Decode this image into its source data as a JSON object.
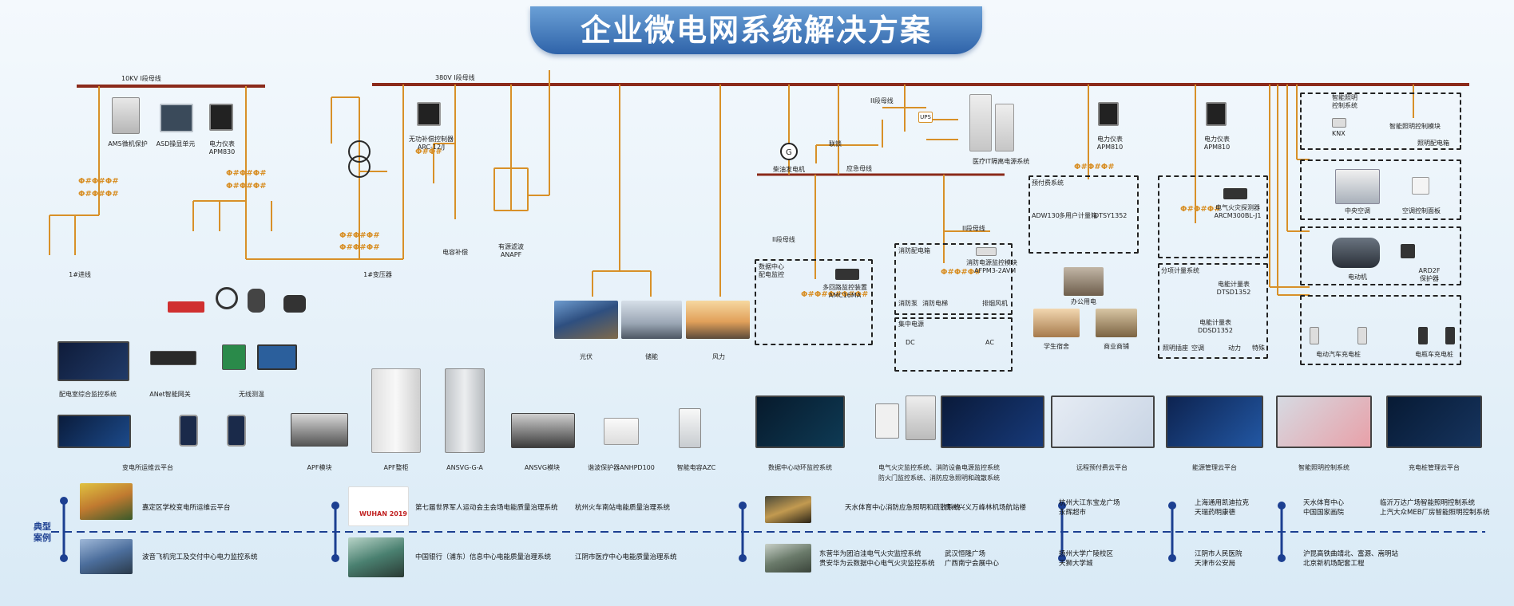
{
  "title": "企业微电网系统解决方案",
  "bus": {
    "hv": "10KV Ⅰ段母线",
    "lv": "380V Ⅰ段母线",
    "ii1": "II段母线",
    "ii2": "II段母线",
    "ii3": "II段母线",
    "ii4": "II段母线",
    "emergency": "应急母线",
    "tie": "联锁"
  },
  "devices": {
    "ams": "AM5微机保护",
    "asd": "ASD操显单元",
    "meter_apm830": [
      "电力仪表",
      "APM830"
    ],
    "incoming": "1#进线",
    "transformer": "1#变压器",
    "reactive": [
      "无功补偿控制器",
      "ARC-12/J"
    ],
    "capacitor": "电容补偿",
    "apf": [
      "有源滤波",
      "ANAPF"
    ],
    "pv": "光伏",
    "storage": "储能",
    "wind": "风力",
    "diesel": "柴油发电机",
    "ups": "UPS",
    "medical_it": "医疗IT隔离电源系统",
    "datacenter": [
      "数据中心",
      "配电监控"
    ],
    "multi_loop": [
      "多回路监控装置",
      "AMC16MA"
    ],
    "fire_power": "消防配电箱",
    "fire_monitor": [
      "消防电源监控模块",
      "AFPM3-2AVM"
    ],
    "fire_pump": "消防泵",
    "fire_elevator": "消防电梯",
    "exhaust": "排烟风机",
    "central_power": "集中电源",
    "dc": "DC",
    "ac": "AC",
    "prepay": "预付费系统",
    "m_adw": "ADW130",
    "m_multi": "多用户计量箱",
    "m_dtsy": "DTSY1352",
    "meter_apm810": [
      "电力仪表",
      "APM810"
    ],
    "office": "办公用电",
    "dorm": "学生宿舍",
    "mall": "商业商铺",
    "meter_apm810b": [
      "电力仪表",
      "APM810"
    ],
    "fire_detector": [
      "电气火灾探测器",
      "ARCM300BL-J1"
    ],
    "sub_meter": "分项计量系统",
    "energy_meter": [
      "电能计量表",
      "DTSD1352"
    ],
    "energy_meter2": [
      "电能计量表",
      "DDSD1352"
    ],
    "light_socket": "照明插座",
    "ac_label": "空调",
    "power": "动力",
    "special": "特殊",
    "smart_light": [
      "智能照明",
      "控制系统"
    ],
    "knx": "KNX",
    "light_module": "智能照明控制模块",
    "light_box": "照明配电箱",
    "central_ac": "中央空调",
    "ac_panel": "空调控制面板",
    "motor": "电动机",
    "ard2f": [
      "ARD2F",
      "保护器"
    ],
    "ev_charge": "电动汽车充电桩",
    "ebike_charge": "电瓶车充电桩"
  },
  "products": [
    "配电室综合监控系统",
    "ANet智能网关",
    "无线测温",
    "变电所运维云平台",
    "APF模块",
    "APF整柜",
    "ANSVG-G-A",
    "ANSVG模块",
    "谐波保护器ANHPD100",
    "智能电容AZC",
    "数据中心动环监控系统",
    "电气火灾监控系统、消防设备电源监控系统",
    "防火门监控系统、消防应急照明和疏散系统",
    "远程预付费云平台",
    "能源管理云平台",
    "智能照明控制系统",
    "充电桩管理云平台"
  ],
  "cases": {
    "label": [
      "典型",
      "案例"
    ],
    "wuhan": "WUHAN 2019",
    "top": [
      "嘉定区学校变电所运维云平台",
      "第七届世界军人运动会主会场电能质量治理系统",
      "杭州火车南站电能质量治理系统",
      "天水体育中心消防应急照明和疏散系统",
      "贵州兴义万峰林机场航站楼",
      "杭州大江东宝龙广场",
      "永辉超市",
      "上海通用凯迪拉克",
      "天瑞药明康德",
      "天水体育中心",
      "中国国家画院",
      "临沂万达广场智能照明控制系统",
      "上汽大众MEB厂房智能照明控制系统"
    ],
    "bottom": [
      "波音飞机完工及交付中心电力监控系统",
      "中国银行（浦东）信息中心电能质量治理系统",
      "江阴市医疗中心电能质量治理系统",
      "东营华为团泊洼电气火灾监控系统",
      "贵安华为云数据中心电气火灾监控系统",
      "武汉恒隆广场",
      "广西南宁会展中心",
      "扬州大学广陵校区",
      "天狮大学城",
      "江阴市人民医院",
      "天津市公安局",
      "沪昆高铁曲靖北、富源、嵩明站",
      "北京新机场配套工程"
    ]
  },
  "colors": {
    "bus": "#8b2a1a",
    "wire": "#d89028",
    "title_bg": "#2f63a9",
    "timeline": "#1c3f91"
  }
}
